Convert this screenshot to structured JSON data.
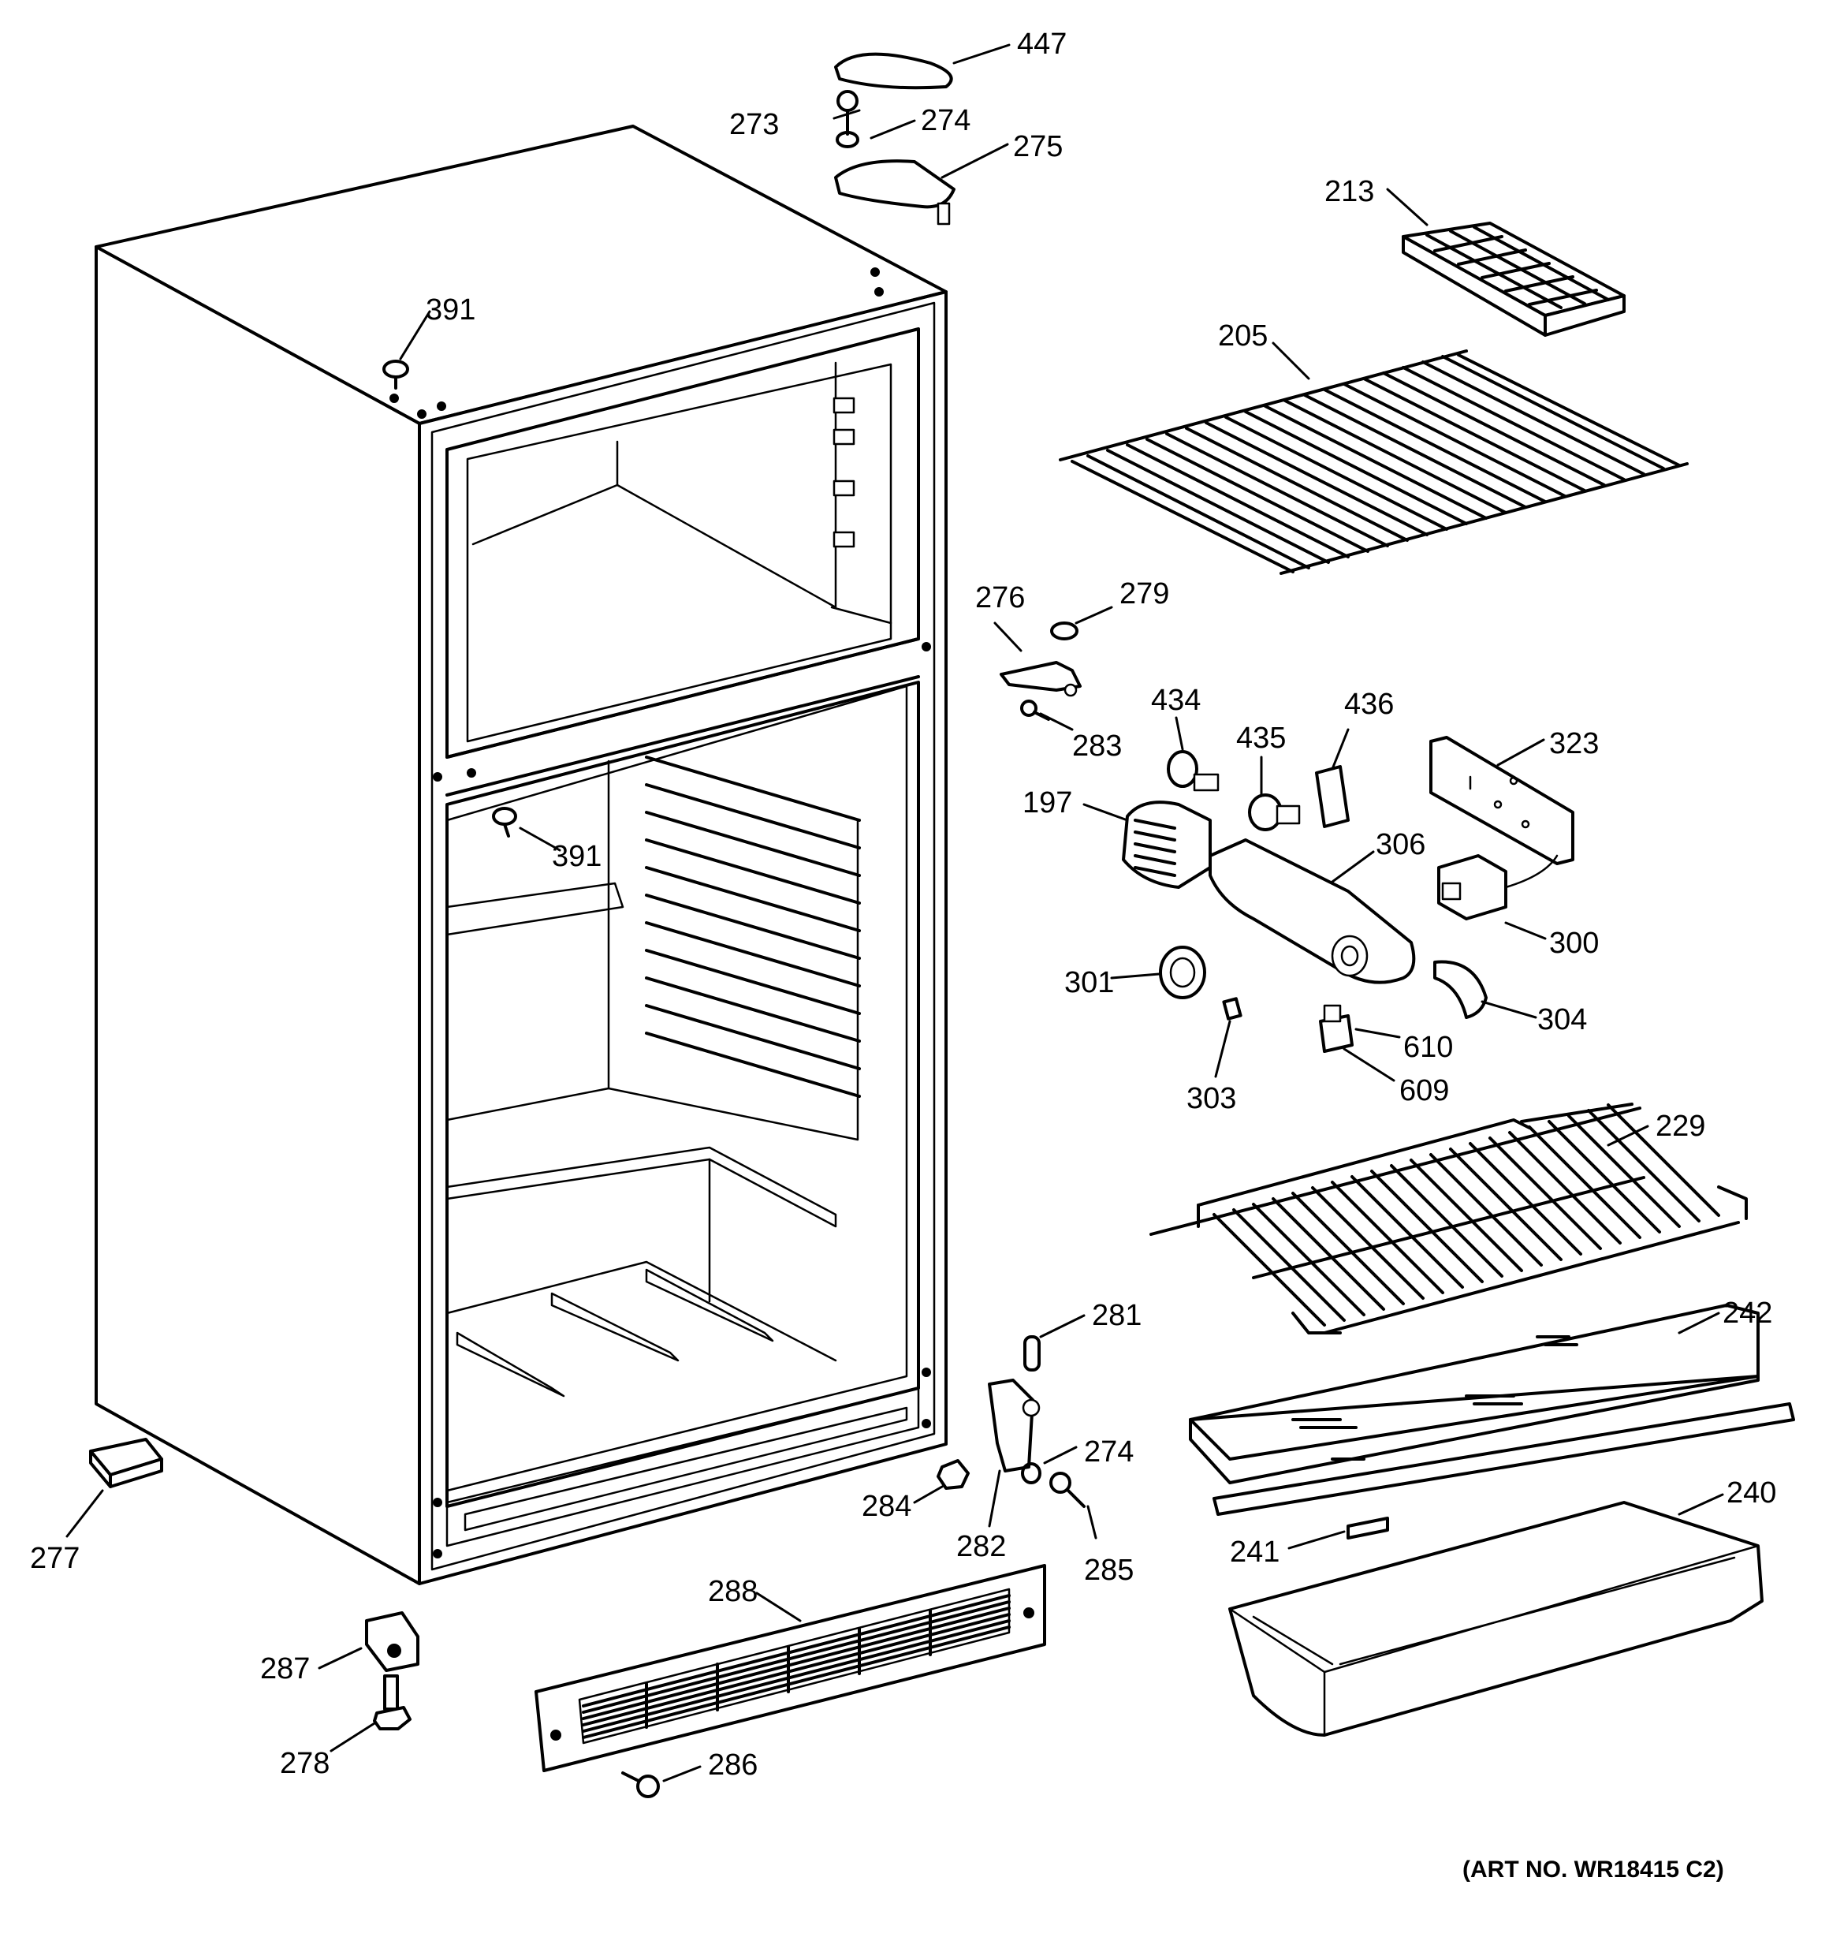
{
  "diagram": {
    "art_number": "(ART NO. WR18415 C2)",
    "parts": [
      {
        "id": "p447",
        "number": "447"
      },
      {
        "id": "p273",
        "number": "273"
      },
      {
        "id": "p274a",
        "number": "274"
      },
      {
        "id": "p275",
        "number": "275"
      },
      {
        "id": "p213",
        "number": "213"
      },
      {
        "id": "p205",
        "number": "205"
      },
      {
        "id": "p391a",
        "number": "391"
      },
      {
        "id": "p391b",
        "number": "391"
      },
      {
        "id": "p276",
        "number": "276"
      },
      {
        "id": "p279",
        "number": "279"
      },
      {
        "id": "p283",
        "number": "283"
      },
      {
        "id": "p434",
        "number": "434"
      },
      {
        "id": "p435",
        "number": "435"
      },
      {
        "id": "p436",
        "number": "436"
      },
      {
        "id": "p323",
        "number": "323"
      },
      {
        "id": "p197",
        "number": "197"
      },
      {
        "id": "p306",
        "number": "306"
      },
      {
        "id": "p300",
        "number": "300"
      },
      {
        "id": "p301",
        "number": "301"
      },
      {
        "id": "p304",
        "number": "304"
      },
      {
        "id": "p610",
        "number": "610"
      },
      {
        "id": "p303",
        "number": "303"
      },
      {
        "id": "p609",
        "number": "609"
      },
      {
        "id": "p229",
        "number": "229"
      },
      {
        "id": "p281",
        "number": "281"
      },
      {
        "id": "p242",
        "number": "242"
      },
      {
        "id": "p274b",
        "number": "274"
      },
      {
        "id": "p284",
        "number": "284"
      },
      {
        "id": "p282",
        "number": "282"
      },
      {
        "id": "p285",
        "number": "285"
      },
      {
        "id": "p240",
        "number": "240"
      },
      {
        "id": "p241",
        "number": "241"
      },
      {
        "id": "p277",
        "number": "277"
      },
      {
        "id": "p288",
        "number": "288"
      },
      {
        "id": "p287",
        "number": "287"
      },
      {
        "id": "p278",
        "number": "278"
      },
      {
        "id": "p286",
        "number": "286"
      }
    ]
  }
}
